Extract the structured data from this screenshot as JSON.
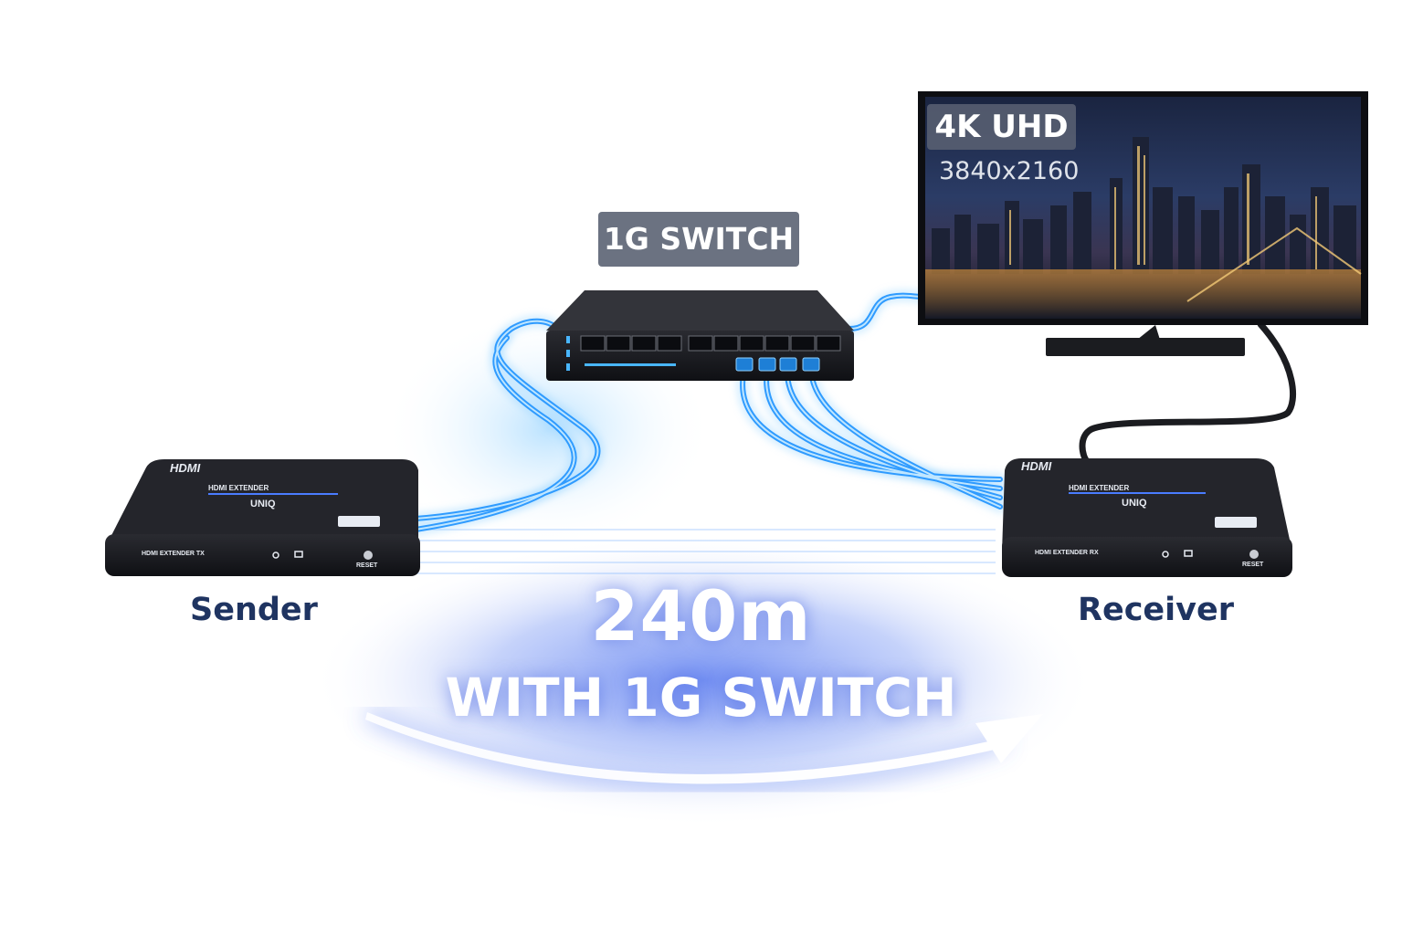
{
  "switch_label": "1G SWITCH",
  "display": {
    "badge": "4K UHD",
    "resolution": "3840x2160"
  },
  "sender": {
    "label": "Sender",
    "brand": "HDMI",
    "model": "HDMI EXTENDER",
    "name": "UNIQ",
    "front_model": "HDMI EXTENDER TX",
    "reset": "RESET"
  },
  "receiver": {
    "label": "Receiver",
    "brand": "HDMI",
    "model": "HDMI EXTENDER",
    "name": "UNIQ",
    "front_model": "HDMI EXTENDER RX",
    "reset": "RESET"
  },
  "distance": {
    "value": "240m",
    "caption": "WITH 1G SWITCH"
  },
  "colors": {
    "cable": "#3aa8ff",
    "glow": "#5b7cf0",
    "label": "#1f3461",
    "badge": "#6b7281",
    "device": "#1c1d22"
  }
}
